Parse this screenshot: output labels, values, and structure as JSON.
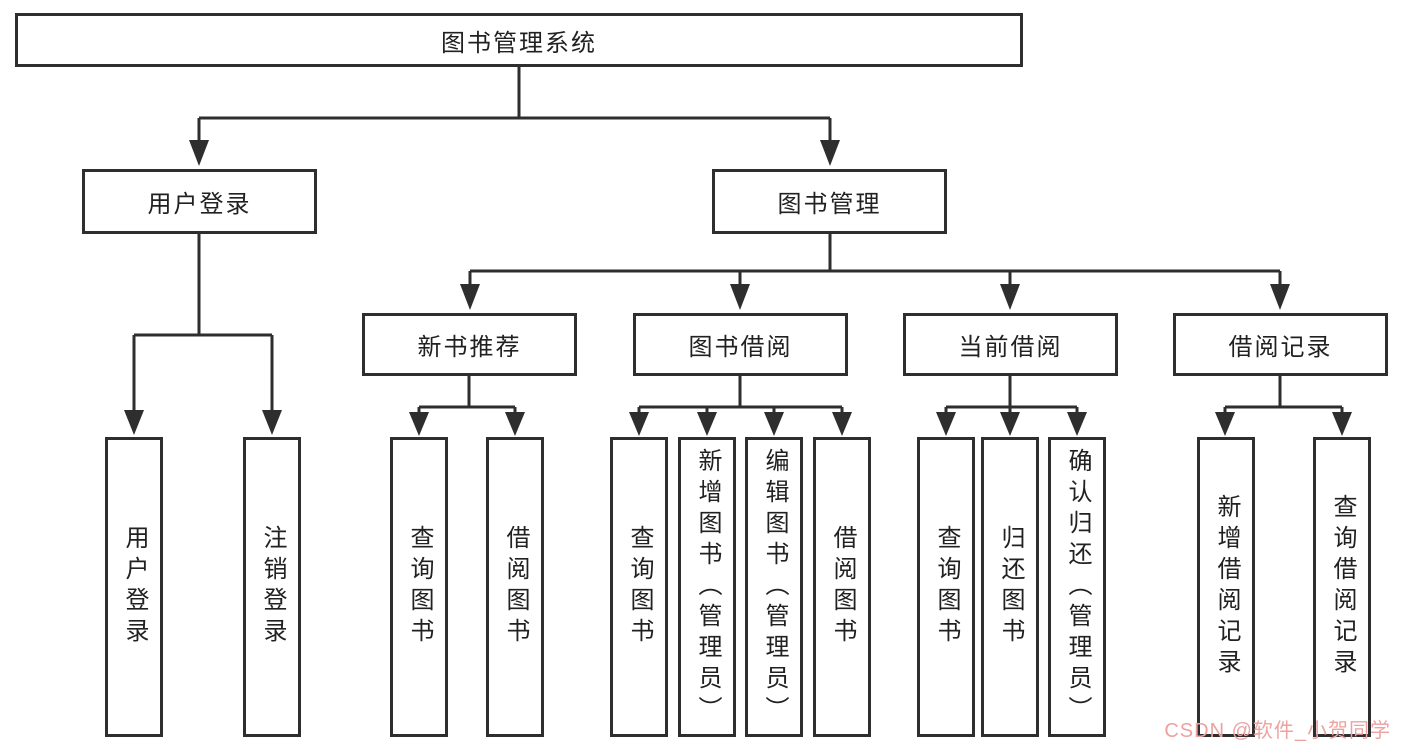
{
  "tree": {
    "label": "图书管理系统",
    "children": [
      {
        "label": "用户登录",
        "children": [
          {
            "label": "用户登录"
          },
          {
            "label": "注销登录"
          }
        ]
      },
      {
        "label": "图书管理",
        "children": [
          {
            "label": "新书推荐",
            "children": [
              {
                "label": "查询图书"
              },
              {
                "label": "借阅图书"
              }
            ]
          },
          {
            "label": "图书借阅",
            "children": [
              {
                "label": "查询图书"
              },
              {
                "label": "新增图书（管理员）"
              },
              {
                "label": "编辑图书（管理员）"
              },
              {
                "label": "借阅图书"
              }
            ]
          },
          {
            "label": "当前借阅",
            "children": [
              {
                "label": "查询图书"
              },
              {
                "label": "归还图书"
              },
              {
                "label": "确认归还（管理员）"
              }
            ]
          },
          {
            "label": "借阅记录",
            "children": [
              {
                "label": "新增借阅记录"
              },
              {
                "label": "查询借阅记录"
              }
            ]
          }
        ]
      }
    ]
  },
  "watermark": {
    "text": "CSDN @软件_小贺同学"
  },
  "style": {
    "line_color": "#2e2e2e",
    "text_color": "#212121",
    "box_background": "#ffffff",
    "watermark_color": "#eda2a2"
  }
}
